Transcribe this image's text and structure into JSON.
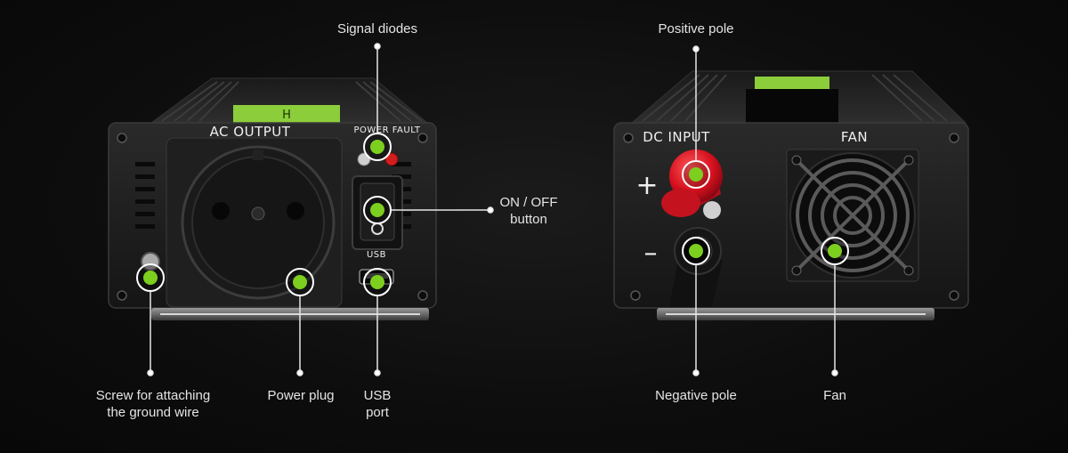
{
  "device_left": {
    "socket_label": "AC OUTPUT",
    "indicator_label": "POWER FAULT",
    "usb_label": "USB",
    "logo_text": "H"
  },
  "device_right": {
    "dc_label": "DC INPUT",
    "fan_label": "FAN",
    "plus_sign": "+",
    "minus_sign": "–"
  },
  "callouts": {
    "signal_diodes": "Signal diodes",
    "on_off_button": "ON / OFF\nbutton",
    "screw": "Screw for attaching\nthe ground wire",
    "power_plug": "Power plug",
    "usb_port": "USB\nport",
    "positive_pole": "Positive pole",
    "negative_pole": "Negative pole",
    "fan": "Fan"
  },
  "colors": {
    "marker_green": "#7ccf1e",
    "brand_green": "#8ccd3c",
    "terminal_red": "#e0182a",
    "fault_led": "#d01e1e"
  }
}
